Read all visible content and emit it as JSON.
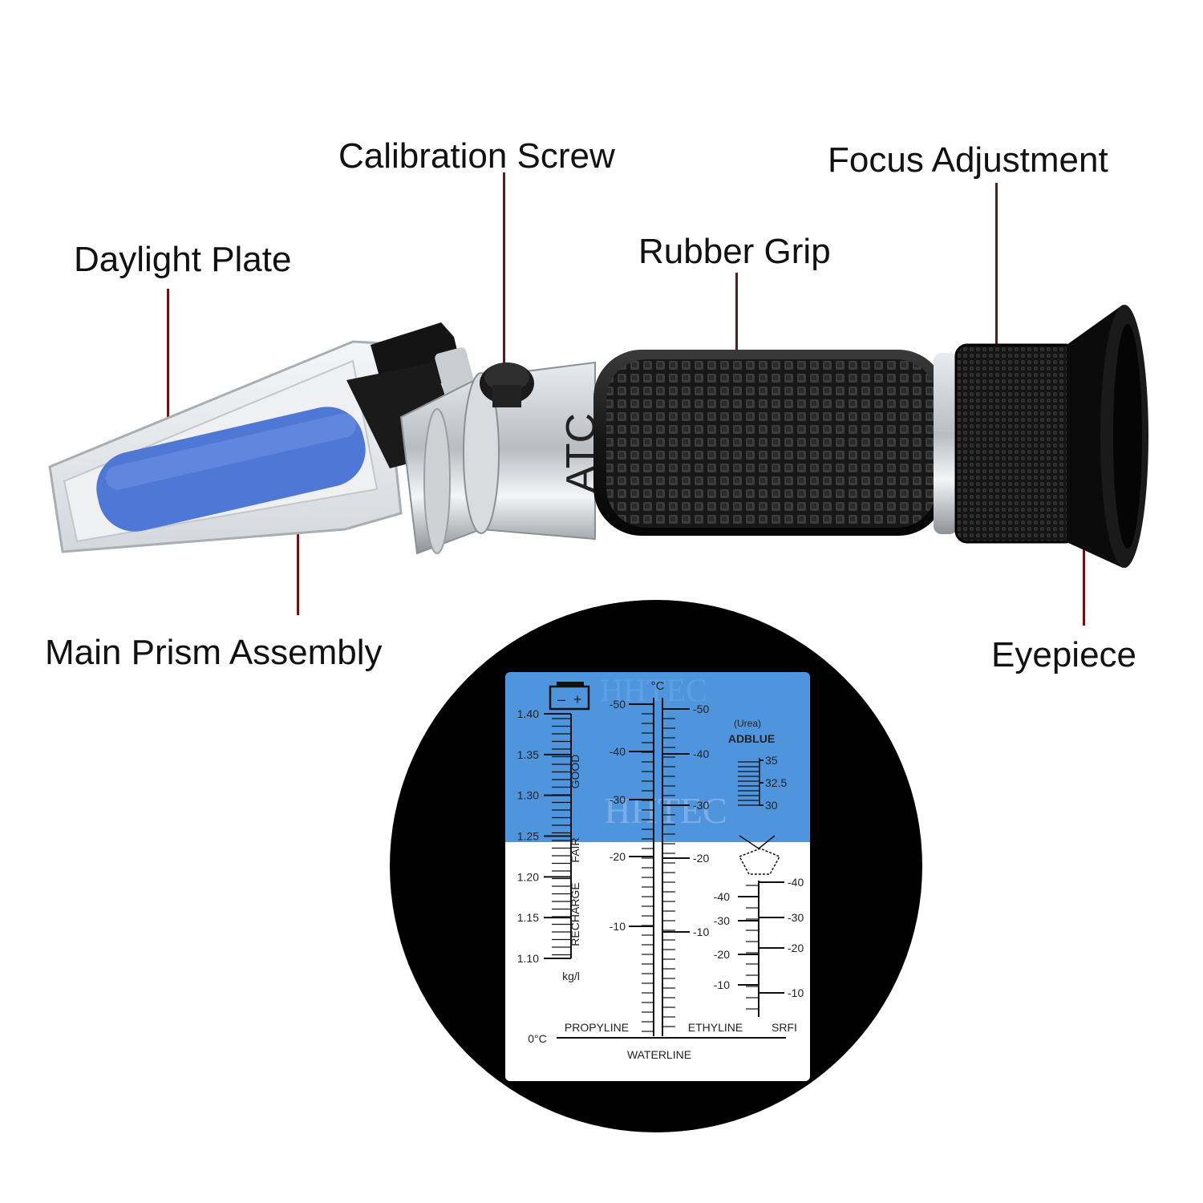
{
  "labels": {
    "daylight_plate": "Daylight Plate",
    "calibration_screw": "Calibration Screw",
    "focus_adjustment": "Focus Adjustment",
    "rubber_grip": "Rubber Grip",
    "main_prism_assembly": "Main Prism Assembly",
    "eyepiece": "Eyepiece"
  },
  "device": {
    "brand_mark": "ATC",
    "colors": {
      "daylight_plate": "#4f78d6",
      "body": "#c8cbcf",
      "grip": "#1c1c1c",
      "leader": "#6e1414"
    }
  },
  "scale_view": {
    "watermark": "HHTEC",
    "colors": {
      "upper_field": "#4f95dd",
      "lower_field": "#ffffff",
      "ring": "#000000"
    },
    "battery": {
      "icon": "battery-minus-plus-icon",
      "minus": "–",
      "plus": "+",
      "ticks": [
        "1.40",
        "1.35",
        "1.30",
        "1.25",
        "1.20",
        "1.15",
        "1.10"
      ],
      "zones": [
        "GOOD",
        "FAIR",
        "RECHARGE"
      ],
      "unit": "kg/l"
    },
    "coolant": {
      "unit": "°C",
      "propyline_ticks": [
        "-50",
        "-40",
        "-30",
        "-20",
        "-10"
      ],
      "ethyline_ticks": [
        "-50",
        "-40",
        "-30",
        "-20",
        "-10"
      ],
      "propyline_label": "PROPYLINE",
      "ethyline_label": "ETHYLINE",
      "zero_label": "0°C",
      "waterline_label": "WATERLINE"
    },
    "adblue": {
      "title_small": "(Urea)",
      "title": "ADBLUE",
      "ticks": [
        "35",
        "32.5",
        "30"
      ]
    },
    "srfi": {
      "icon": "windshield-icon",
      "left_ticks": [
        "-40",
        "-30",
        "-20",
        "-10"
      ],
      "right_ticks": [
        "-40",
        "-30",
        "-20",
        "-10"
      ],
      "label": "SRFI"
    }
  }
}
